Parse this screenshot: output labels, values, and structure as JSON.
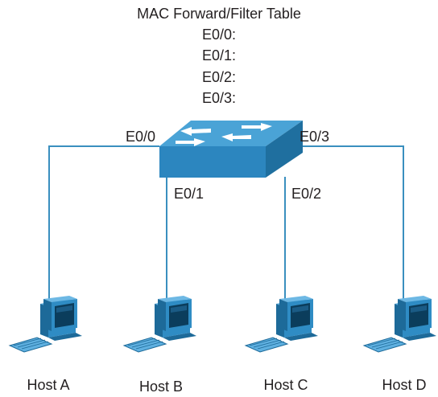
{
  "table": {
    "title": "MAC Forward/Filter Table",
    "rows": [
      "E0/0:",
      "E0/1:",
      "E0/2:",
      "E0/3:"
    ]
  },
  "ports": {
    "e0_0": "E0/0",
    "e0_1": "E0/1",
    "e0_2": "E0/2",
    "e0_3": "E0/3"
  },
  "hosts": [
    "Host A",
    "Host B",
    "Host C",
    "Host D"
  ],
  "colors": {
    "link": "#3a8fbf",
    "switch_top": "#4aa3d6",
    "switch_front": "#2c86bf",
    "switch_side": "#1f6f9f",
    "computer_body": "#2f8cc4",
    "computer_dark": "#1d6a99",
    "screen": "#0b3d5c"
  },
  "icons": [
    "switch-icon",
    "computer-icon"
  ]
}
